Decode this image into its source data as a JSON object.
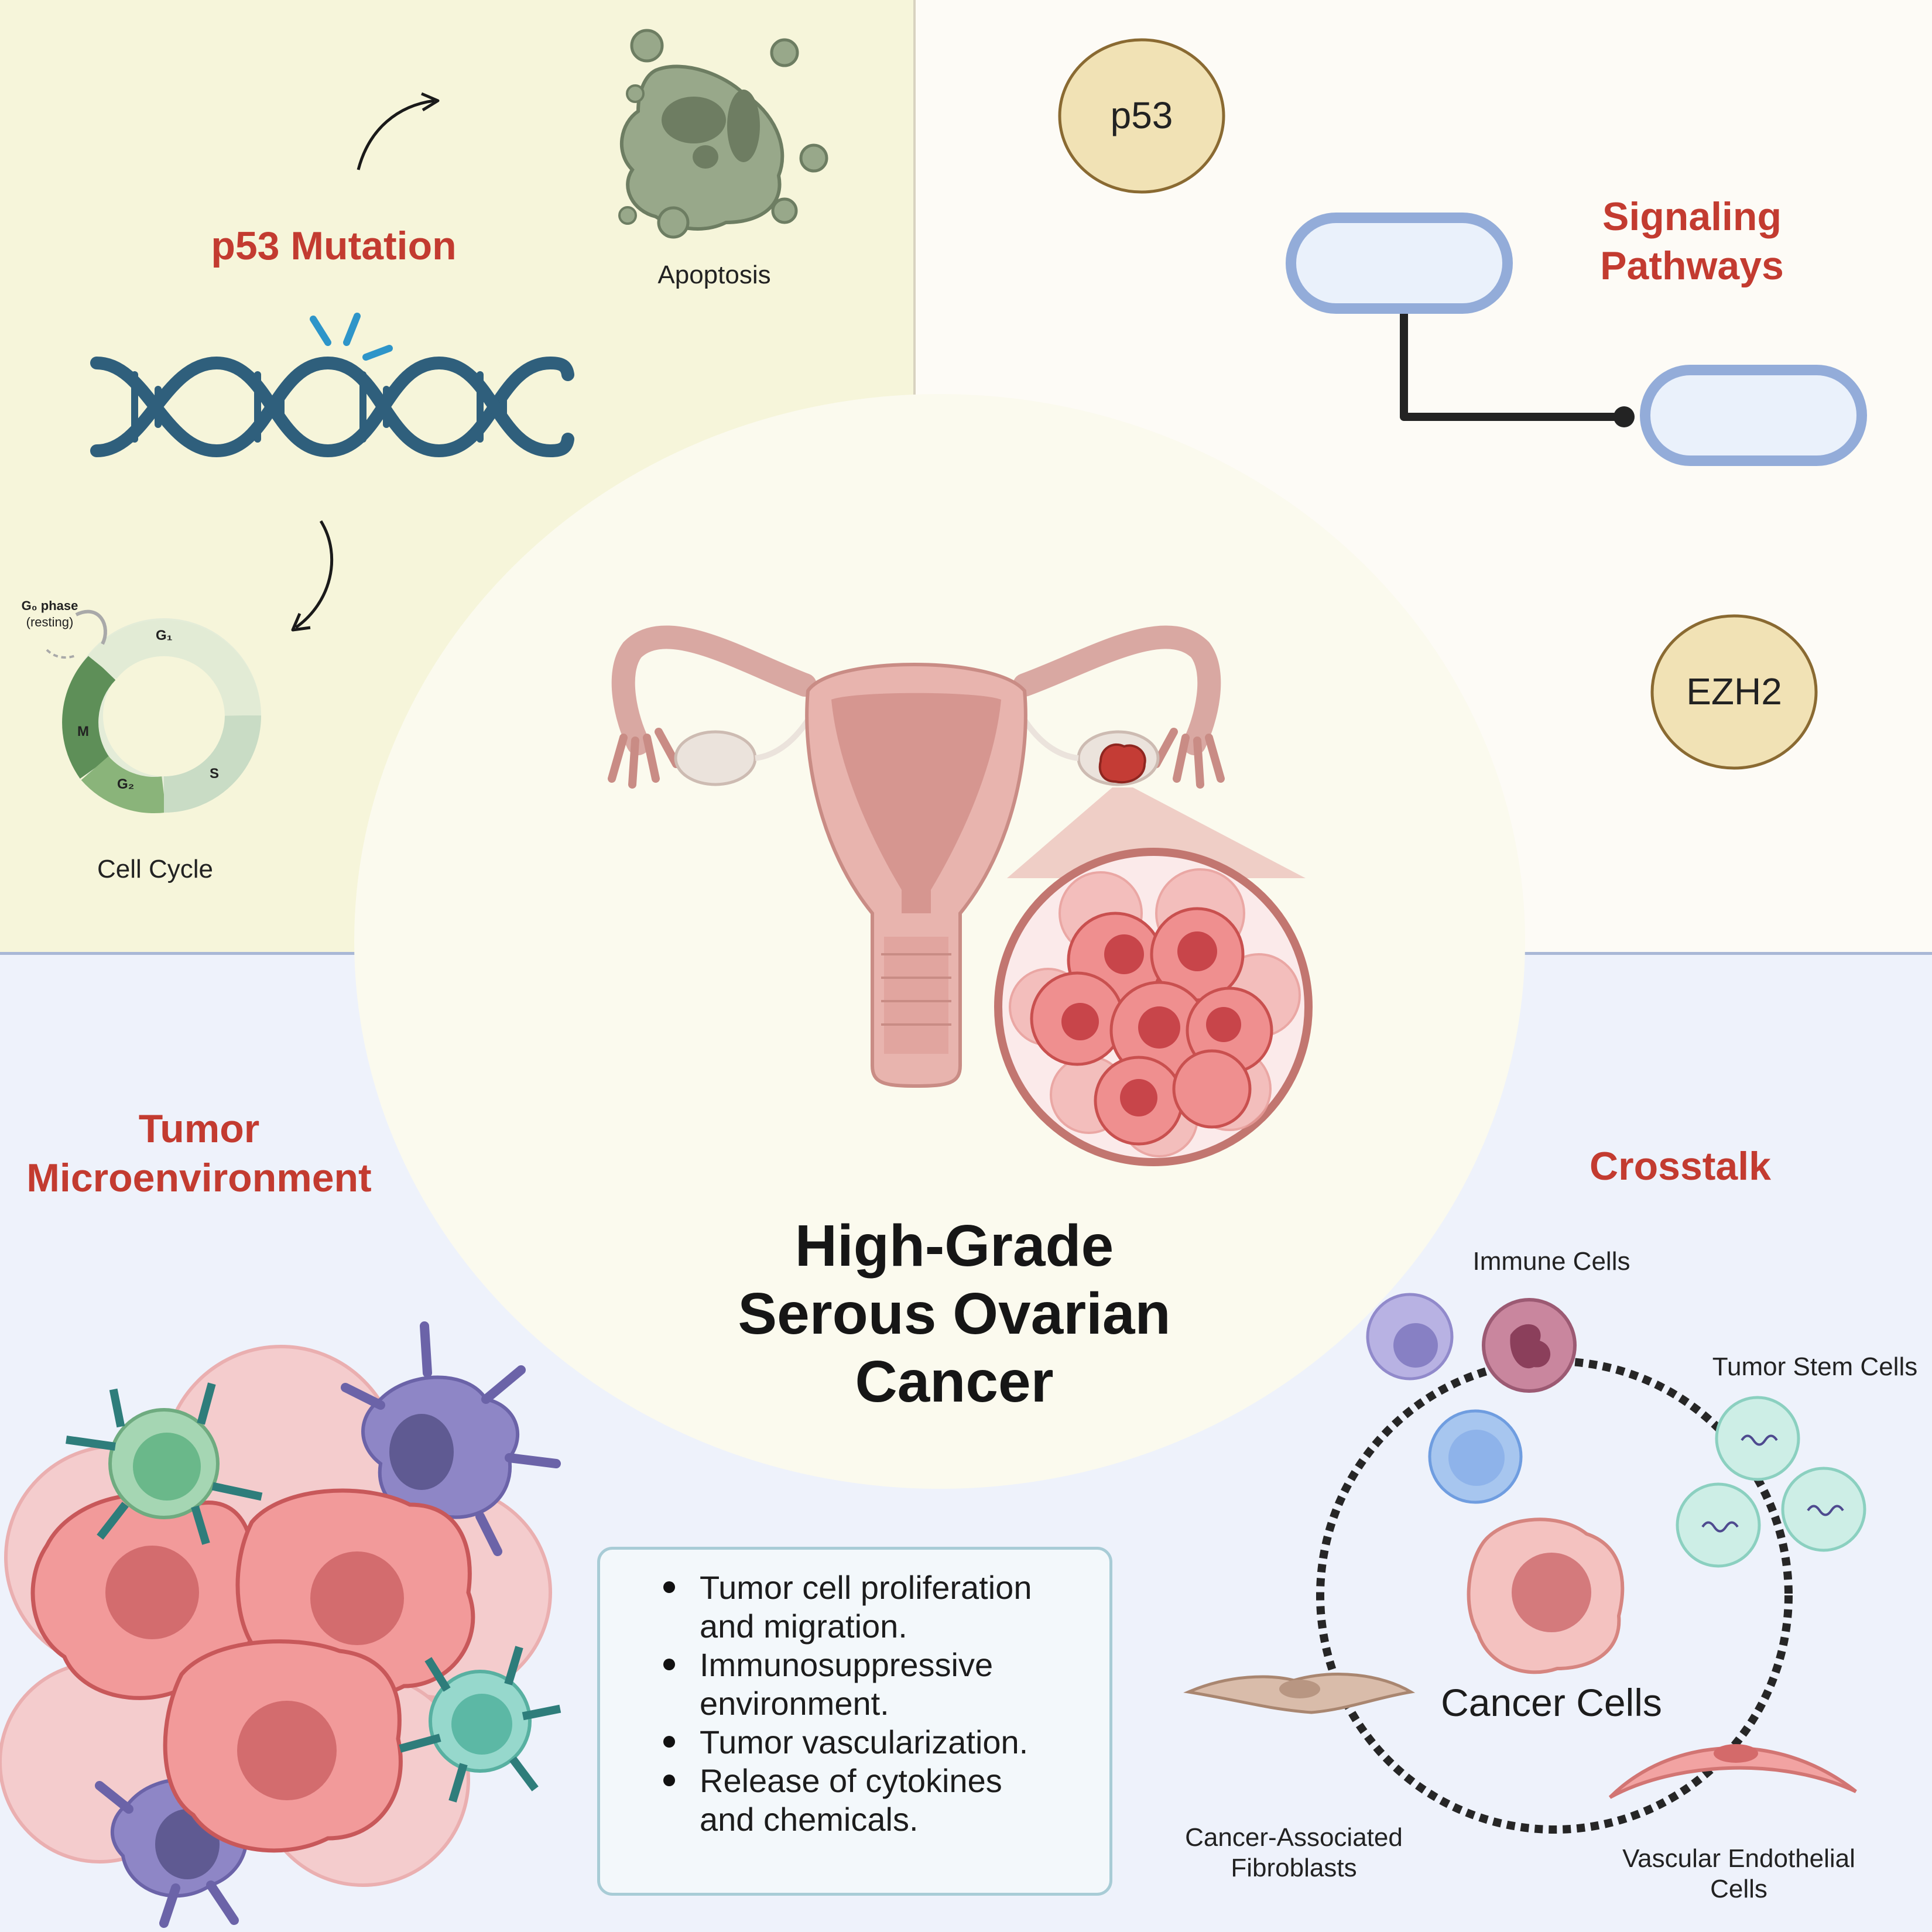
{
  "title": {
    "line1": "High-Grade",
    "line2": "Serous Ovarian",
    "line3": "Cancer"
  },
  "sections": {
    "p53_mutation": "p53 Mutation",
    "signaling": {
      "line1": "Signaling",
      "line2": "Pathways"
    },
    "tme": {
      "line1": "Tumor",
      "line2": "Microenvironment"
    },
    "crosstalk": "Crosstalk"
  },
  "labels": {
    "apoptosis": "Apoptosis",
    "cell_cycle": "Cell Cycle",
    "g0_phase": "G₀ phase",
    "g0_resting": "(resting)",
    "g1": "G₁",
    "s": "S",
    "g2": "G₂",
    "m": "M",
    "p53": "p53",
    "ezh2": "EZH2",
    "immune_cells": "Immune Cells",
    "tumor_stem_cells": "Tumor Stem Cells",
    "cancer_cells": "Cancer Cells",
    "caf_line1": "Cancer-Associated",
    "caf_line2": "Fibroblasts",
    "vec_line1": "Vascular Endothelial",
    "vec_line2": "Cells"
  },
  "bullets": [
    {
      "line1": "Tumor cell proliferation",
      "line2": "and migration."
    },
    {
      "line1": "Immunosuppressive",
      "line2": "environment."
    },
    {
      "line1": "Tumor vascularization.",
      "line2": ""
    },
    {
      "line1": "Release of cytokines",
      "line2": "and chemicals."
    }
  ],
  "colors": {
    "accent_red": "#c33b30",
    "dna_blue": "#2f5f7c",
    "pill_blue": "#93acd9",
    "node_fill": "#f1e2b5",
    "node_border": "#8a6a32"
  }
}
